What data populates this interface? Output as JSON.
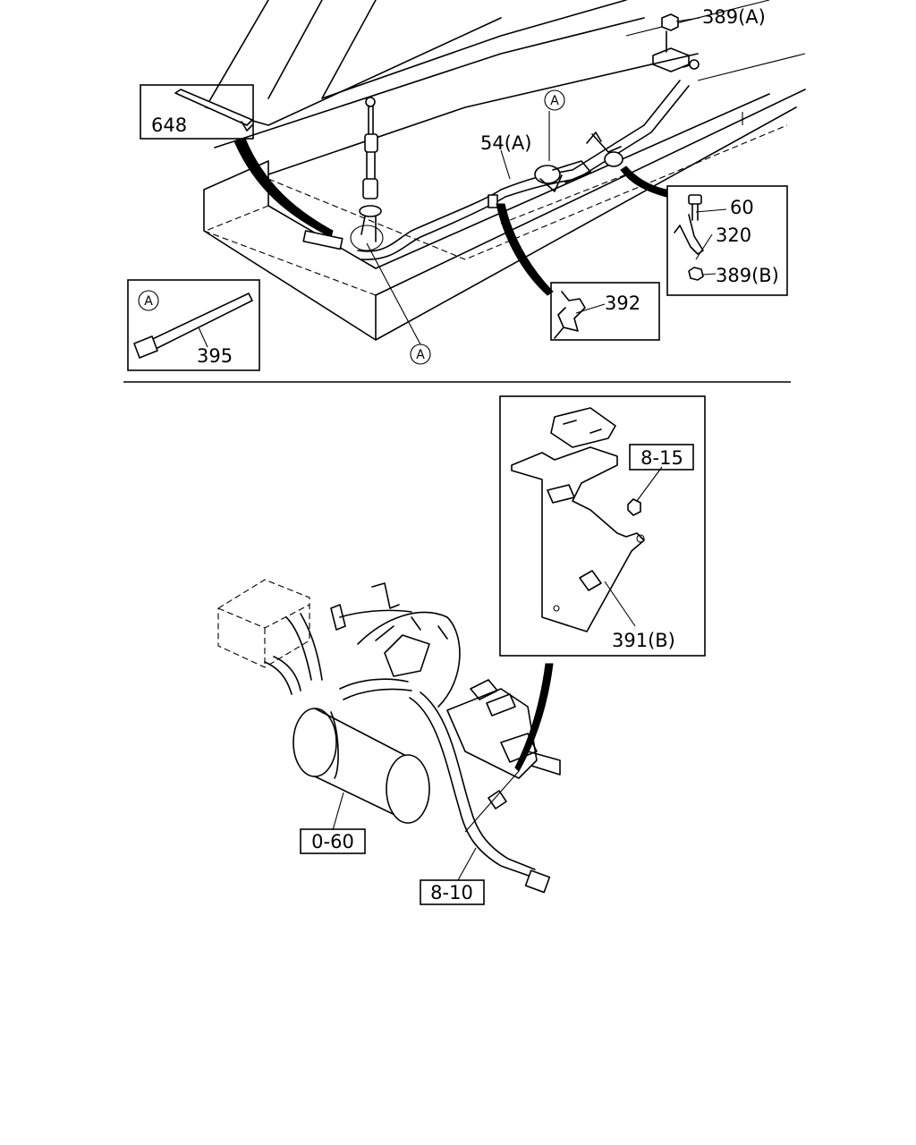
{
  "labels": {
    "p389a": "389(A)",
    "p648": "648",
    "p54a": "54(A)",
    "p60": "60",
    "p320": "320",
    "p389b": "389(B)",
    "p392": "392",
    "p395": "395",
    "p815": "8-15",
    "p391b": "391(B)",
    "p060": "0-60",
    "p810": "8-10"
  },
  "markers": {
    "circle_a": "A"
  }
}
